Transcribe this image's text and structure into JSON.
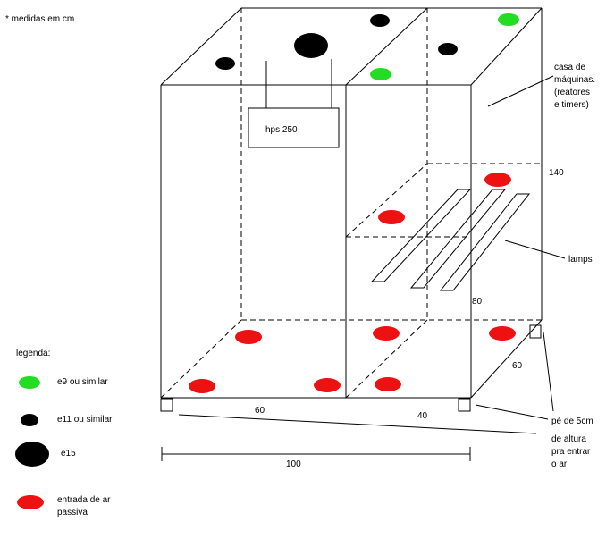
{
  "note": "* medidas em cm",
  "labels": {
    "hps": "hps 250",
    "casa": [
      "casa de",
      "máquinas.",
      "(reatores",
      "e timers)"
    ],
    "lamps": "lamps",
    "h140": "140",
    "h80": "80",
    "d60": "60",
    "w60": "60",
    "w40": "40",
    "w100": "100",
    "pe": [
      "pé de 5cm",
      "de altura",
      "pra entrar",
      "o ar"
    ]
  },
  "legend": {
    "title": "legenda:",
    "items": [
      {
        "kind": "green",
        "color": "#22dd22",
        "label": [
          "e9 ou similar"
        ]
      },
      {
        "kind": "small-black",
        "color": "#000000",
        "label": [
          "e11 ou similar"
        ]
      },
      {
        "kind": "big-black",
        "color": "#000000",
        "label": [
          "e15"
        ]
      },
      {
        "kind": "red",
        "color": "#ee1111",
        "label": [
          "entrada de ar",
          "passiva"
        ]
      }
    ]
  },
  "colors": {
    "green": "#22dd22",
    "red": "#ee1111",
    "black": "#000000"
  }
}
